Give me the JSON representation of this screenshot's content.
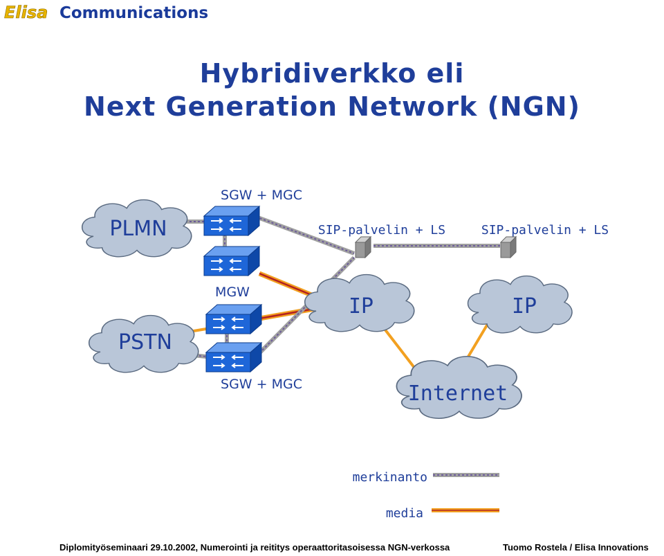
{
  "logo": {
    "part1": "Elisa",
    "part2": "Communications"
  },
  "title": {
    "line1": "Hybridiverkko eli",
    "line2": "Next Generation Network (NGN)"
  },
  "diagram": {
    "clouds": {
      "plmn": "PLMN",
      "pstn": "PSTN",
      "ip_left": "IP",
      "ip_right": "IP",
      "internet": "Internet"
    },
    "labels": {
      "sgw_mgc_top": "SGW + MGC",
      "mgw": "MGW",
      "sgw_mgc_bottom": "SGW + MGC",
      "sip_left": "SIP-palvelin + LS",
      "sip_right": "SIP-palvelin + LS"
    },
    "legend": {
      "signaling": "merkinanto",
      "media": "media"
    },
    "colors": {
      "signaling": "#a0a0a0",
      "signaling_dot": "#6b5a9a",
      "media_orange": "#f2a020",
      "media_red": "#b22222",
      "device": "#1e66d8",
      "cloud": "#b9c6d8"
    }
  },
  "footer": {
    "left": "Diplomityöseminaari 29.10.2002, Numerointi ja reititys operaattoritasoisessa NGN-verkossa",
    "right": "Tuomo Rostela / Elisa Innovations"
  }
}
